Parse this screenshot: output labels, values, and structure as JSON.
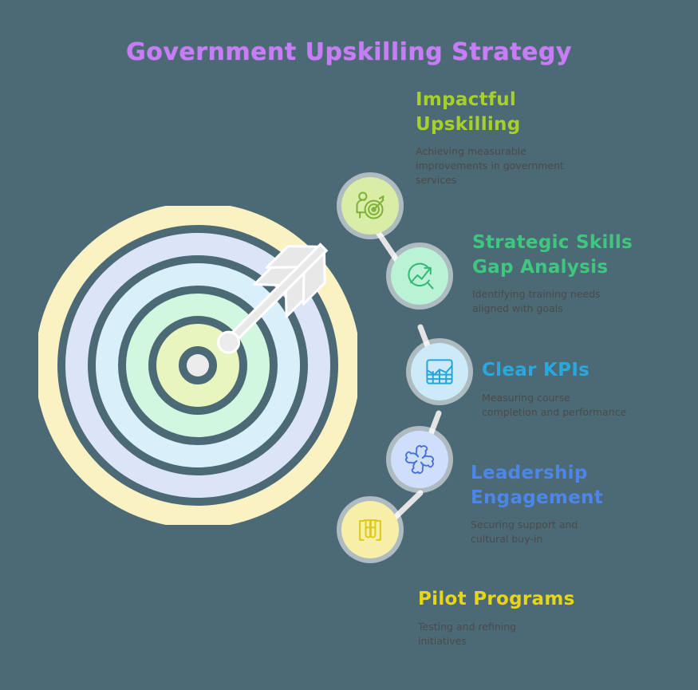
{
  "title": "Government Upskilling Strategy",
  "theme": {
    "background": "#4c6a75",
    "title_color": "#c77df5",
    "description_color": "#4a4a4a",
    "connector_color": "#e4e4e4",
    "arrow_color": "#e8e8e8"
  },
  "target": {
    "name": "bullseye-target",
    "rings": [
      {
        "fill": "#fbf2c4",
        "label": "outer-ring-yellow"
      },
      {
        "fill": "#dce5f8",
        "label": "ring-lavender"
      },
      {
        "fill": "#d9f0fb",
        "label": "ring-cyan"
      },
      {
        "fill": "#d2f7e1",
        "label": "ring-mint"
      },
      {
        "fill": "#e8f5bf",
        "label": "ring-lime"
      },
      {
        "fill": "#ececec",
        "label": "center-bullseye"
      }
    ]
  },
  "steps": [
    {
      "id": "impactful-upskilling",
      "heading": "Impactful\nUpskilling",
      "description": "Achieving measurable\nimprovements in government\nservices",
      "heading_color": "#a7d129",
      "circle_fill": "#d9eda6",
      "icon_color": "#7fb13a",
      "icon": "person-target-icon"
    },
    {
      "id": "strategic-skills-gap-analysis",
      "heading": "Strategic Skills\nGap Analysis",
      "description": "Identifying training needs\naligned with goals",
      "heading_color": "#3fc77f",
      "circle_fill": "#b9f2d4",
      "icon_color": "#34b877",
      "icon": "trend-magnifier-icon"
    },
    {
      "id": "clear-kpis",
      "heading": "Clear KPIs",
      "description": "Measuring course\ncompletion and performance",
      "heading_color": "#29a8dd",
      "circle_fill": "#cceaf8",
      "icon_color": "#25a6dd",
      "icon": "bar-chart-grid-icon"
    },
    {
      "id": "leadership-engagement",
      "heading": "Leadership\nEngagement",
      "description": "Securing support and\ncultural buy-in",
      "heading_color": "#4d86e8",
      "circle_fill": "#cfdefb",
      "icon_color": "#4471dd",
      "icon": "joined-hands-icon"
    },
    {
      "id": "pilot-programs",
      "heading": "Pilot Programs",
      "description": "Testing and refining\ninitiatives",
      "heading_color": "#e8d516",
      "circle_fill": "#f7efa8",
      "icon_color": "#ddca17",
      "icon": "test-tubes-icon"
    }
  ]
}
